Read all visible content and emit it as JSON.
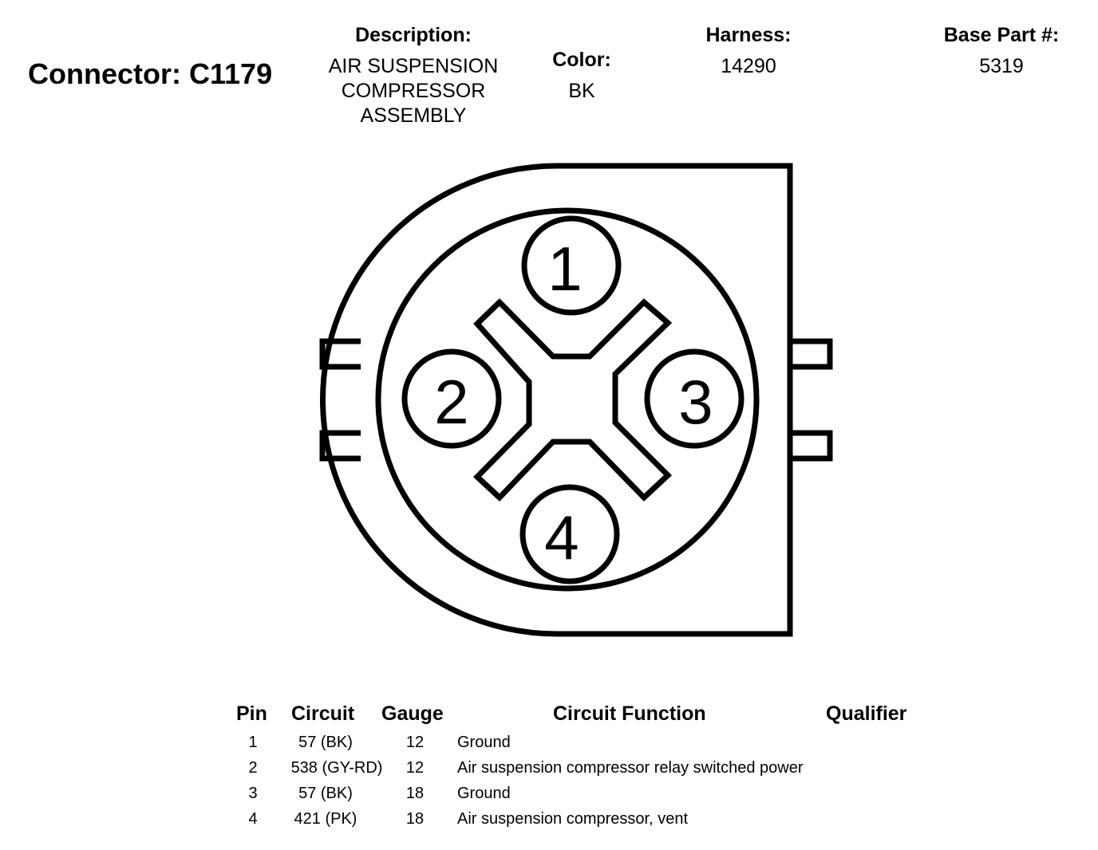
{
  "connector": {
    "title": "Connector: C1179",
    "description_label": "Description:",
    "description_lines": [
      "AIR SUSPENSION",
      "COMPRESSOR",
      "ASSEMBLY"
    ],
    "color_label": "Color:",
    "color_value": "BK",
    "harness_label": "Harness:",
    "harness_value": "14290",
    "base_part_label": "Base Part #:",
    "base_part_value": "5319"
  },
  "diagram": {
    "pins": [
      "1",
      "2",
      "3",
      "4"
    ]
  },
  "table": {
    "headers": {
      "pin": "Pin",
      "circuit": "Circuit",
      "gauge": "Gauge",
      "function": "Circuit Function",
      "qualifier": "Qualifier"
    },
    "rows": [
      {
        "pin": "1",
        "circuit": "57 (BK)",
        "gauge": "12",
        "function": "Ground",
        "qualifier": ""
      },
      {
        "pin": "2",
        "circuit": "538 (GY-RD)",
        "gauge": "12",
        "function": "Air suspension compressor relay switched power",
        "qualifier": ""
      },
      {
        "pin": "3",
        "circuit": "57 (BK)",
        "gauge": "18",
        "function": "Ground",
        "qualifier": ""
      },
      {
        "pin": "4",
        "circuit": "421 (PK)",
        "gauge": "18",
        "function": "Air suspension compressor, vent",
        "qualifier": ""
      }
    ]
  }
}
